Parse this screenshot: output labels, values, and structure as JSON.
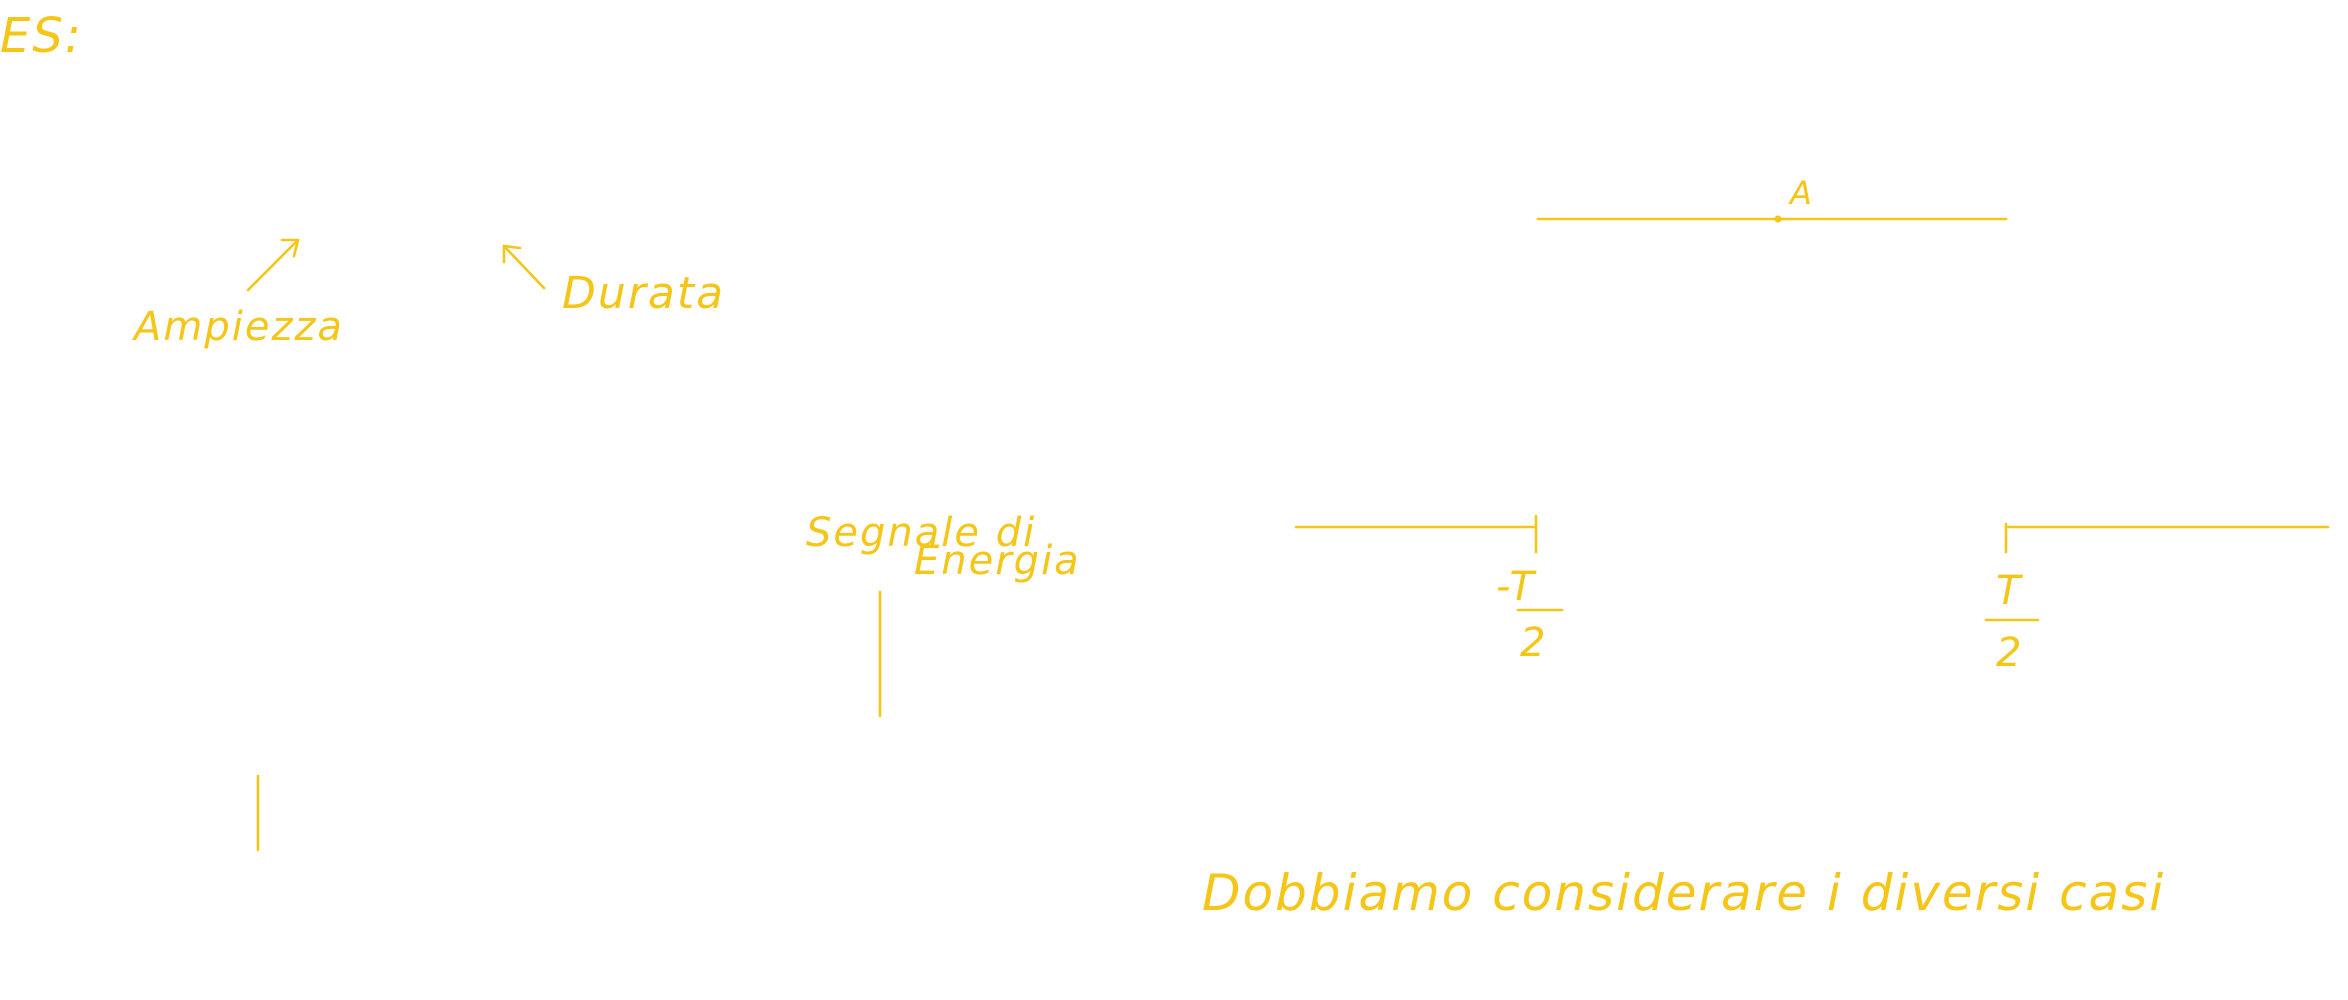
{
  "notes": {
    "heading": "ES:",
    "amplitude_label": "Ampiezza",
    "duration_label": "Durata",
    "signal_label_line1": "Segnale di",
    "signal_label_line2": "Energia",
    "amplitude_symbol": "A",
    "left_edge_numerator": "-T",
    "left_edge_denominator": "2",
    "right_edge_numerator": "T",
    "right_edge_denominator": "2",
    "conclusion": "Dobbiamo considerare i diversi casi"
  },
  "colors": {
    "ink": "#f5c518",
    "background": "#ffffff"
  }
}
